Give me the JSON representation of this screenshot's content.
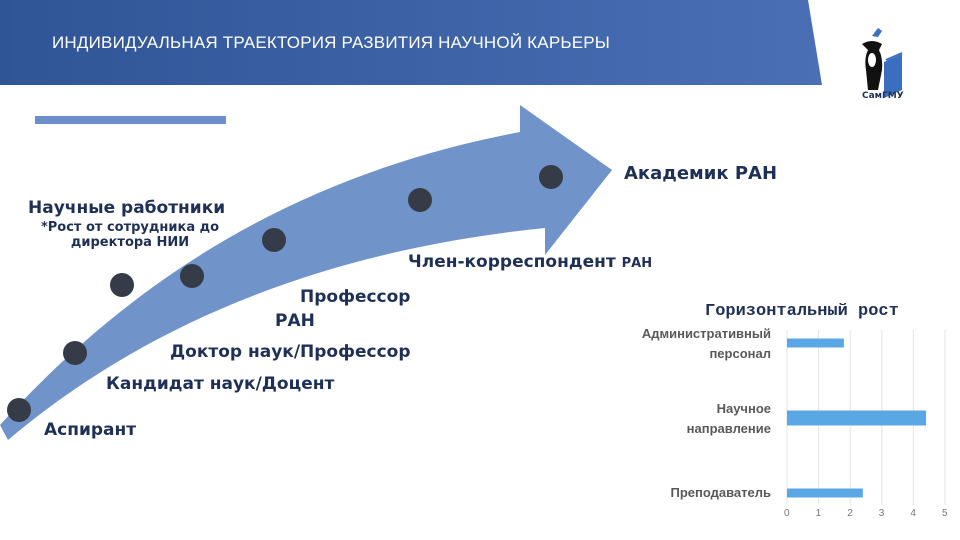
{
  "header": {
    "title": "ИНДИВИДУАЛЬНАЯ ТРАЕКТОРИЯ РАЗВИТИЯ НАУЧНОЙ КАРЬЕРЫ"
  },
  "logo": {
    "text": "СамГМУ"
  },
  "career": {
    "aspirant": "Аспирант",
    "candidate": "Кандидат наук/Доцент",
    "doctor": "Доктор наук/Профессор",
    "professor": "Профессор",
    "professor_ran": "РАН",
    "corr_member": "Член-корреспондент",
    "corr_member_ran": "РАН",
    "academician": "Академик РАН",
    "researchers": "Научные работники",
    "researchers_note_1": "*Рост от сотрудника до",
    "researchers_note_2": "директора  НИИ"
  },
  "colors": {
    "banner": "#3a5fa5",
    "arrow": "#7093c9",
    "dot": "#353b47",
    "bar": "#5aa7e6"
  },
  "chart_data": {
    "type": "bar",
    "orientation": "horizontal",
    "title": "Горизонтальный рост",
    "categories": [
      "Административный персонал",
      "Научное направление",
      "Преподаватель"
    ],
    "category_lines": [
      [
        "Административный",
        "персонал"
      ],
      [
        "Научное",
        "направление"
      ],
      [
        "Преподаватель"
      ]
    ],
    "values": [
      1.8,
      4.4,
      2.4
    ],
    "xlim": [
      0,
      5
    ],
    "xticks": [
      "0",
      "1",
      "2",
      "3",
      "4",
      "5"
    ],
    "grid": true
  }
}
